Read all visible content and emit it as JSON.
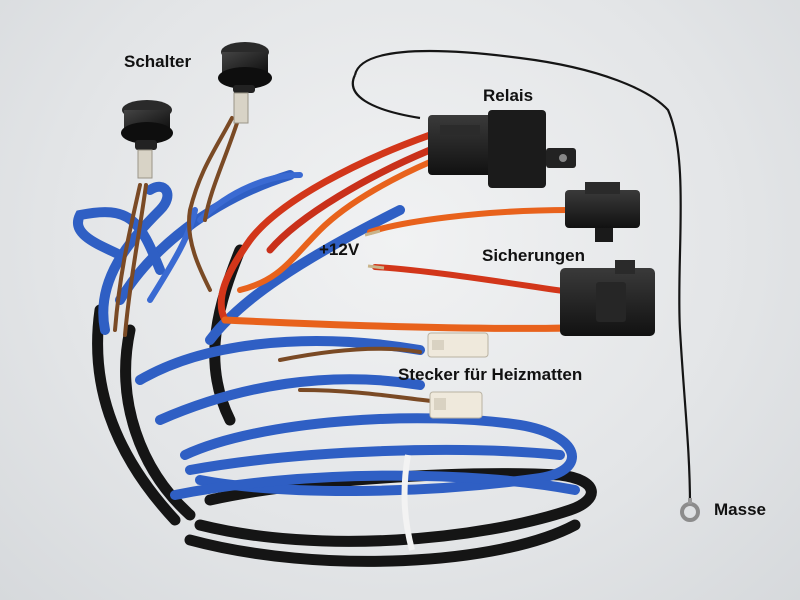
{
  "labels": {
    "schalter": "Schalter",
    "relais": "Relais",
    "plus12v": "+12V",
    "sicherungen": "Sicherungen",
    "stecker": "Stecker für Heizmatten",
    "masse": "Masse"
  },
  "colors": {
    "background": "#e6e8ea",
    "wire_blue": "#2f5fc4",
    "wire_black": "#151515",
    "wire_red": "#d2361a",
    "wire_orange": "#e8621c",
    "wire_brown": "#7a4a25",
    "housing_black": "#1b1b1b",
    "connector_white": "#efe9dc"
  }
}
